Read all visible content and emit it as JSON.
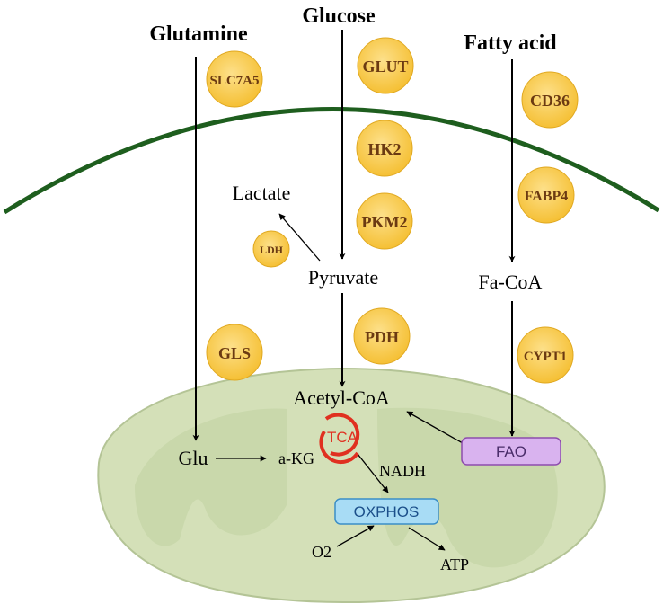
{
  "substrates": {
    "glutamine": "Glutamine",
    "glucose": "Glucose",
    "fatty_acid": "Fatty acid"
  },
  "enzymes": {
    "slc7a5": "SLC7A5",
    "glut": "GLUT",
    "hk2": "HK2",
    "pkm2": "PKM2",
    "ldh": "LDH",
    "pdh": "PDH",
    "gls": "GLS",
    "cd36": "CD36",
    "fabp4": "FABP4",
    "cypt1": "CYPT1"
  },
  "metabolites": {
    "lactate": "Lactate",
    "pyruvate": "Pyruvate",
    "fa_coa": "Fa-CoA",
    "acetyl_coa": "Acetyl-CoA",
    "glu": "Glu",
    "akg": "a-KG",
    "nadh": "NADH",
    "o2": "O2",
    "atp": "ATP"
  },
  "boxes": {
    "tca": "TCA",
    "fao": "FAO",
    "oxphos": "OXPHOS"
  },
  "colors": {
    "enzyme_fill": "#f7c948",
    "enzyme_text": "#6b3a12",
    "membrane": "#1e5e1e",
    "mito_fill": "#d4e0b8",
    "tca": "#e03020",
    "fao_fill": "#d9b3ef",
    "oxphos_fill": "#a8dcf5"
  }
}
